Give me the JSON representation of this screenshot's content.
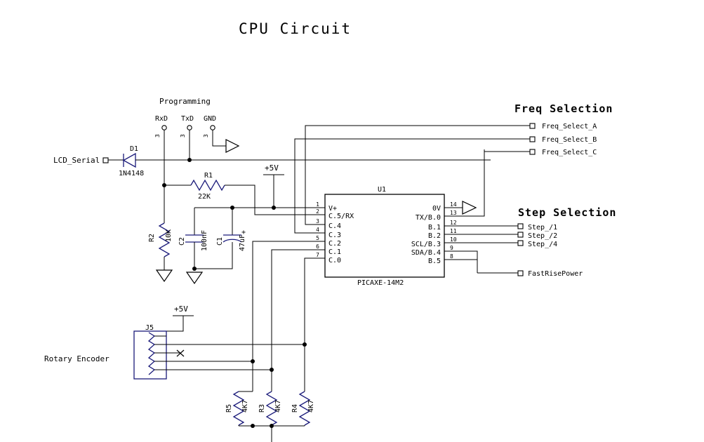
{
  "title": "CPU Circuit",
  "sections": {
    "programming": "Programming",
    "freq_selection": "Freq Selection",
    "step_selection": "Step Selection",
    "rotary_encoder": "Rotary Encoder"
  },
  "programming_header": {
    "pins": [
      {
        "label": "RxD",
        "number": "3"
      },
      {
        "label": "TxD",
        "number": "3"
      },
      {
        "label": "GND",
        "number": "3"
      }
    ]
  },
  "nets": {
    "lcd_serial": "LCD_Serial",
    "power_1": "+5V",
    "power_2": "+5V"
  },
  "ic": {
    "refdes": "U1",
    "part": "PICAXE-14M2",
    "left_pins": [
      {
        "num": "1",
        "name": "V+"
      },
      {
        "num": "2",
        "name": "C.5/RX"
      },
      {
        "num": "3",
        "name": "C.4"
      },
      {
        "num": "4",
        "name": "C.3"
      },
      {
        "num": "5",
        "name": "C.2"
      },
      {
        "num": "6",
        "name": "C.1"
      },
      {
        "num": "7",
        "name": "C.0"
      }
    ],
    "right_pins": [
      {
        "num": "14",
        "name": "0V"
      },
      {
        "num": "13",
        "name": "TX/B.0"
      },
      {
        "num": "12",
        "name": "B.1"
      },
      {
        "num": "11",
        "name": "B.2"
      },
      {
        "num": "10",
        "name": "SCL/B.3"
      },
      {
        "num": "9",
        "name": "SDA/B.4"
      },
      {
        "num": "8",
        "name": "B.5"
      }
    ]
  },
  "components": [
    {
      "refdes": "D1",
      "value": "1N4148"
    },
    {
      "refdes": "R1",
      "value": "22K"
    },
    {
      "refdes": "R2",
      "value": "10K"
    },
    {
      "refdes": "C2",
      "value": "100nF"
    },
    {
      "refdes": "C1",
      "value": "47uF"
    },
    {
      "refdes": "R5",
      "value": "4K7"
    },
    {
      "refdes": "R3",
      "value": "4K7"
    },
    {
      "refdes": "R4",
      "value": "4K7"
    },
    {
      "refdes": "J5",
      "value": ""
    }
  ],
  "terminals": {
    "freq": [
      "Freq_Select_A",
      "Freq_Select_B",
      "Freq_Select_C"
    ],
    "step": [
      "Step_/1",
      "Step_/2",
      "Step_/4"
    ],
    "other": [
      "FastRisePower"
    ]
  }
}
